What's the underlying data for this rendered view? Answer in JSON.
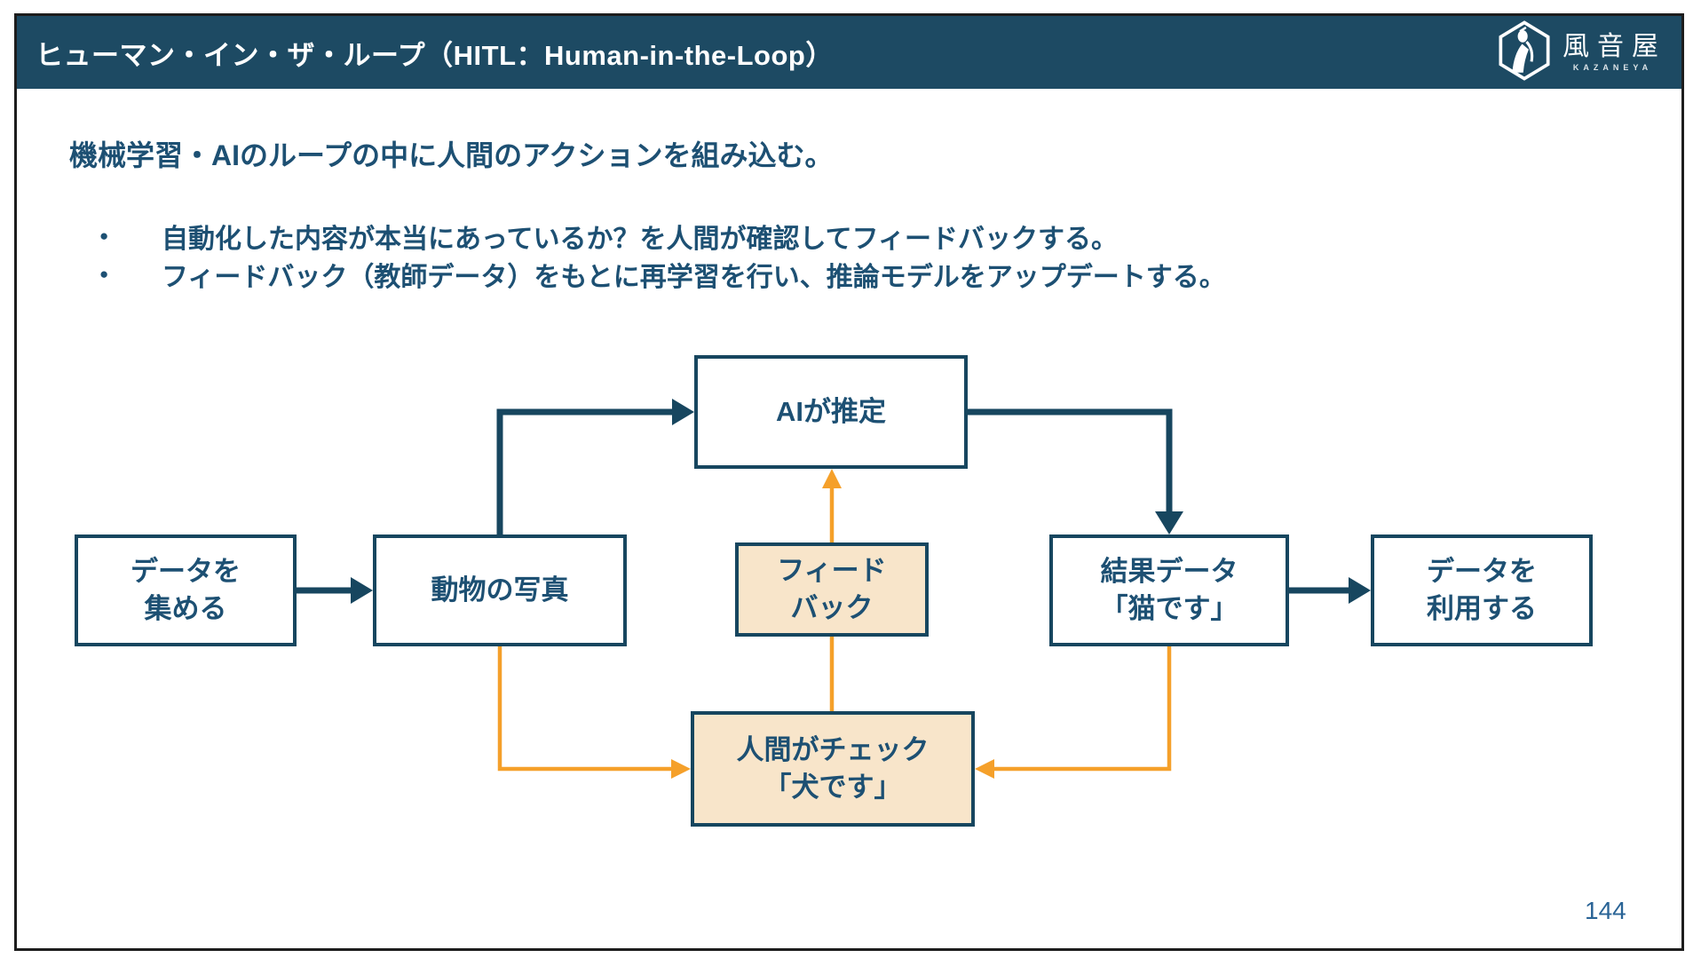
{
  "slide": {
    "title": "ヒューマン・イン・ザ・ループ（HITL：Human-in-the-Loop）",
    "page_number": "144"
  },
  "logo": {
    "name": "風音屋",
    "subtext": "KAZANEYA"
  },
  "content": {
    "lead": "機械学習・AIのループの中に人間のアクションを組み込む。",
    "bullet_glyph": "●",
    "bullets": [
      "自動化した内容が本当にあっているか？を人間が確認してフィードバックする。",
      "フィードバック（教師データ）をもとに再学習を行い、推論モデルをアップデートする。"
    ]
  },
  "diagram": {
    "boxes": [
      {
        "id": "collect-data",
        "lines": [
          "データを",
          "集める"
        ],
        "style": "normal"
      },
      {
        "id": "animal-photo",
        "lines": [
          "動物の写真"
        ],
        "style": "normal"
      },
      {
        "id": "ai-inference",
        "lines": [
          "AIが推定"
        ],
        "style": "normal"
      },
      {
        "id": "feedback",
        "lines": [
          "フィード",
          "バック"
        ],
        "style": "highlight"
      },
      {
        "id": "result-data",
        "lines": [
          "結果データ",
          "「猫です」"
        ],
        "style": "normal"
      },
      {
        "id": "use-data",
        "lines": [
          "データを",
          "利用する"
        ],
        "style": "normal"
      },
      {
        "id": "human-check",
        "lines": [
          "人間がチェック",
          "「犬です」"
        ],
        "style": "highlight"
      }
    ],
    "colors": {
      "header_bg": "#1d4a63",
      "navy": "#17465f",
      "orange": "#f5a02a",
      "peach_fill": "#f8e5ca",
      "text": "#1d5073"
    }
  }
}
